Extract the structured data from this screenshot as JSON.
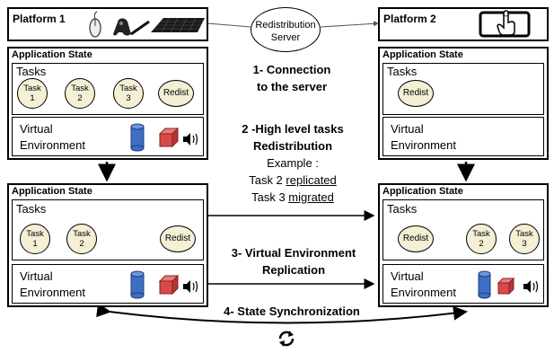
{
  "platform1": {
    "title": "Platform 1",
    "app_state_title": "Application State",
    "tasks_label": "Tasks",
    "tasks": [
      {
        "line1": "Task",
        "line2": "1"
      },
      {
        "line1": "Task",
        "line2": "2"
      },
      {
        "line1": "Task",
        "line2": "3"
      },
      {
        "line1": "Redist",
        "line2": ""
      }
    ],
    "ve_line1": "Virtual",
    "ve_line2": "Environment"
  },
  "platform1_after": {
    "app_state_title": "Application State",
    "tasks_label": "Tasks",
    "tasks": [
      {
        "line1": "Task",
        "line2": "1"
      },
      {
        "line1": "Task",
        "line2": "2"
      },
      {
        "line1": "Redist",
        "line2": ""
      }
    ],
    "ve_line1": "Virtual",
    "ve_line2": "Environment"
  },
  "platform2": {
    "title": "Platform 2",
    "app_state_title": "Application State",
    "tasks_label": "Tasks",
    "tasks": [
      {
        "line1": "Redist",
        "line2": ""
      }
    ],
    "ve_line1": "Virtual",
    "ve_line2": "Environment"
  },
  "platform2_after": {
    "app_state_title": "Application State",
    "tasks_label": "Tasks",
    "tasks": [
      {
        "line1": "Redist",
        "line2": ""
      },
      {
        "line1": "Task",
        "line2": "2"
      },
      {
        "line1": "Task",
        "line2": "3"
      }
    ],
    "ve_line1": "Virtual",
    "ve_line2": "Environment"
  },
  "server": {
    "line1": "Redistribution",
    "line2": "Server"
  },
  "steps": {
    "s1_line1": "1- Connection",
    "s1_line2": "to the server",
    "s2_line1": "2 -High level tasks",
    "s2_line2": "Redistribution",
    "s2_example": "Example :",
    "s2_ex1_prefix": "Task 2 ",
    "s2_ex1_word": "replicated",
    "s2_ex2_prefix": "Task 3 ",
    "s2_ex2_word": "migrated",
    "s3_line1": "3- Virtual Environment",
    "s3_line2": "Replication",
    "s4": "4- State Synchronization"
  },
  "colors": {
    "task_fill": "#f5efd6",
    "cylinder": "#3d6fc4",
    "cube": "#d84a4a"
  },
  "icons": [
    "mouse-icon",
    "gamepad-icon",
    "pen-icon",
    "keyboard-icon",
    "tablet-touch-icon",
    "speaker-icon",
    "sync-icon"
  ]
}
